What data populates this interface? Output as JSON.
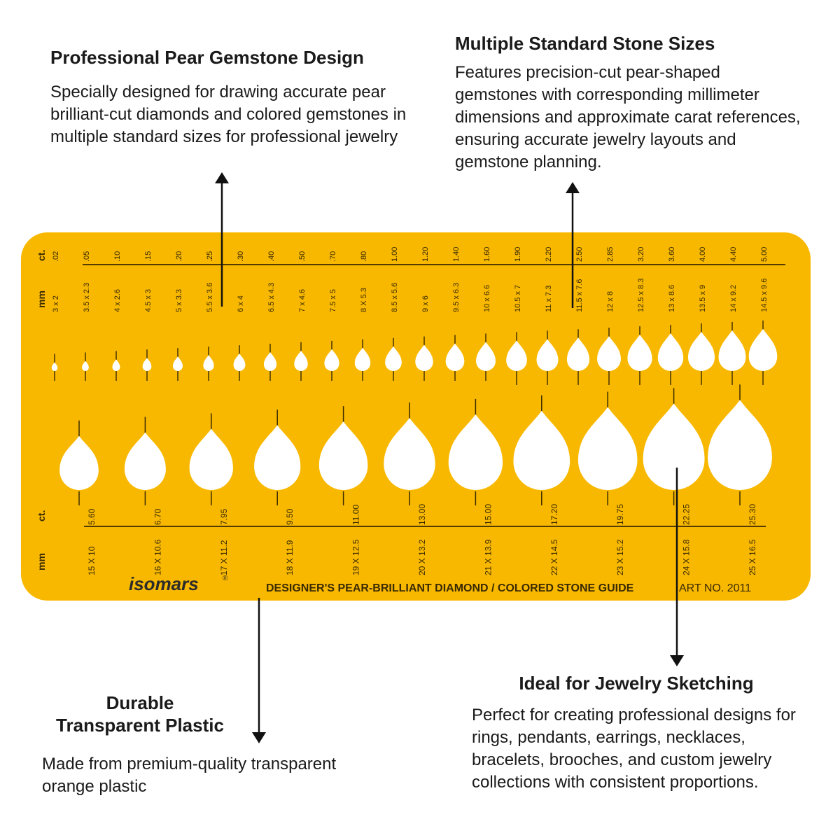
{
  "callouts": {
    "pear_design": {
      "title": "Professional Pear Gemstone Design",
      "body": "Specially designed for drawing accurate pear brilliant-cut diamonds and colored gemstones in multiple standard sizes for professional jewelry"
    },
    "stone_sizes": {
      "title": "Multiple Standard Stone Sizes",
      "body": "Features precision-cut pear-shaped gemstones with corresponding millimeter dimensions and approximate carat references, ensuring accurate jewelry layouts and gemstone planning."
    },
    "plastic": {
      "title_line1": "Durable",
      "title_line2": "Transparent Plastic",
      "body": "Made from premium-quality transparent orange plastic"
    },
    "sketching": {
      "title": "Ideal for Jewelry Sketching",
      "body": "Perfect for creating professional designs for rings, pendants, earrings, necklaces, bracelets, brooches, and custom jewelry collections with consistent proportions."
    }
  },
  "template": {
    "color": "#F8B800",
    "ct_label": "ct.",
    "mm_label": "mm",
    "brand": "isomars",
    "brand_mark": "®",
    "guide_title": "DESIGNER'S PEAR-BRILLIANT DIAMOND / COLORED STONE GUIDE",
    "art_no": "ART NO. 2011",
    "top_row": [
      {
        "ct": ".02",
        "mm": "3 x 2"
      },
      {
        "ct": ".05",
        "mm": "3.5 x 2.3"
      },
      {
        "ct": ".10",
        "mm": "4 x 2.6"
      },
      {
        "ct": ".15",
        "mm": "4.5 x 3"
      },
      {
        "ct": ".20",
        "mm": "5 x 3.3"
      },
      {
        "ct": ".25",
        "mm": "5.5 x 3.6"
      },
      {
        "ct": ".30",
        "mm": "6 x 4"
      },
      {
        "ct": ".40",
        "mm": "6.5 x 4.3"
      },
      {
        "ct": ".50",
        "mm": "7 x 4.6"
      },
      {
        "ct": ".70",
        "mm": "7.5 x 5"
      },
      {
        "ct": ".80",
        "mm": "8 X 5.3"
      },
      {
        "ct": "1.00",
        "mm": "8.5 x 5.6"
      },
      {
        "ct": "1.20",
        "mm": "9 x 6"
      },
      {
        "ct": "1.40",
        "mm": "9.5 x 6.3"
      },
      {
        "ct": "1.60",
        "mm": "10 x 6.6"
      },
      {
        "ct": "1.90",
        "mm": "10.5 x 7"
      },
      {
        "ct": "2.20",
        "mm": "11 x 7.3"
      },
      {
        "ct": "2.50",
        "mm": "11.5 x 7.6"
      },
      {
        "ct": "2.85",
        "mm": "12 x 8"
      },
      {
        "ct": "3.20",
        "mm": "12.5 x 8.3"
      },
      {
        "ct": "3.60",
        "mm": "13 x 8.6"
      },
      {
        "ct": "4.00",
        "mm": "13.5 x 9"
      },
      {
        "ct": "4.40",
        "mm": "14 x 9.2"
      },
      {
        "ct": "5.00",
        "mm": "14.5 x 9.6"
      }
    ],
    "bottom_row": [
      {
        "ct": "5.60",
        "mm": "15 X 10"
      },
      {
        "ct": "6.70",
        "mm": "16 X 10.6"
      },
      {
        "ct": "7.95",
        "mm": "17 X 11.2"
      },
      {
        "ct": "9.50",
        "mm": "18 X 11.9"
      },
      {
        "ct": "11.00",
        "mm": "19 X 12.5"
      },
      {
        "ct": "13.00",
        "mm": "20 X 13.2"
      },
      {
        "ct": "15.00",
        "mm": "21 X 13.9"
      },
      {
        "ct": "17.20",
        "mm": "22 X 14.5"
      },
      {
        "ct": "19.75",
        "mm": "23 X 15.2"
      },
      {
        "ct": "22.25",
        "mm": "24 X 15.8"
      },
      {
        "ct": "25.30",
        "mm": "25 X 16.5"
      }
    ]
  }
}
